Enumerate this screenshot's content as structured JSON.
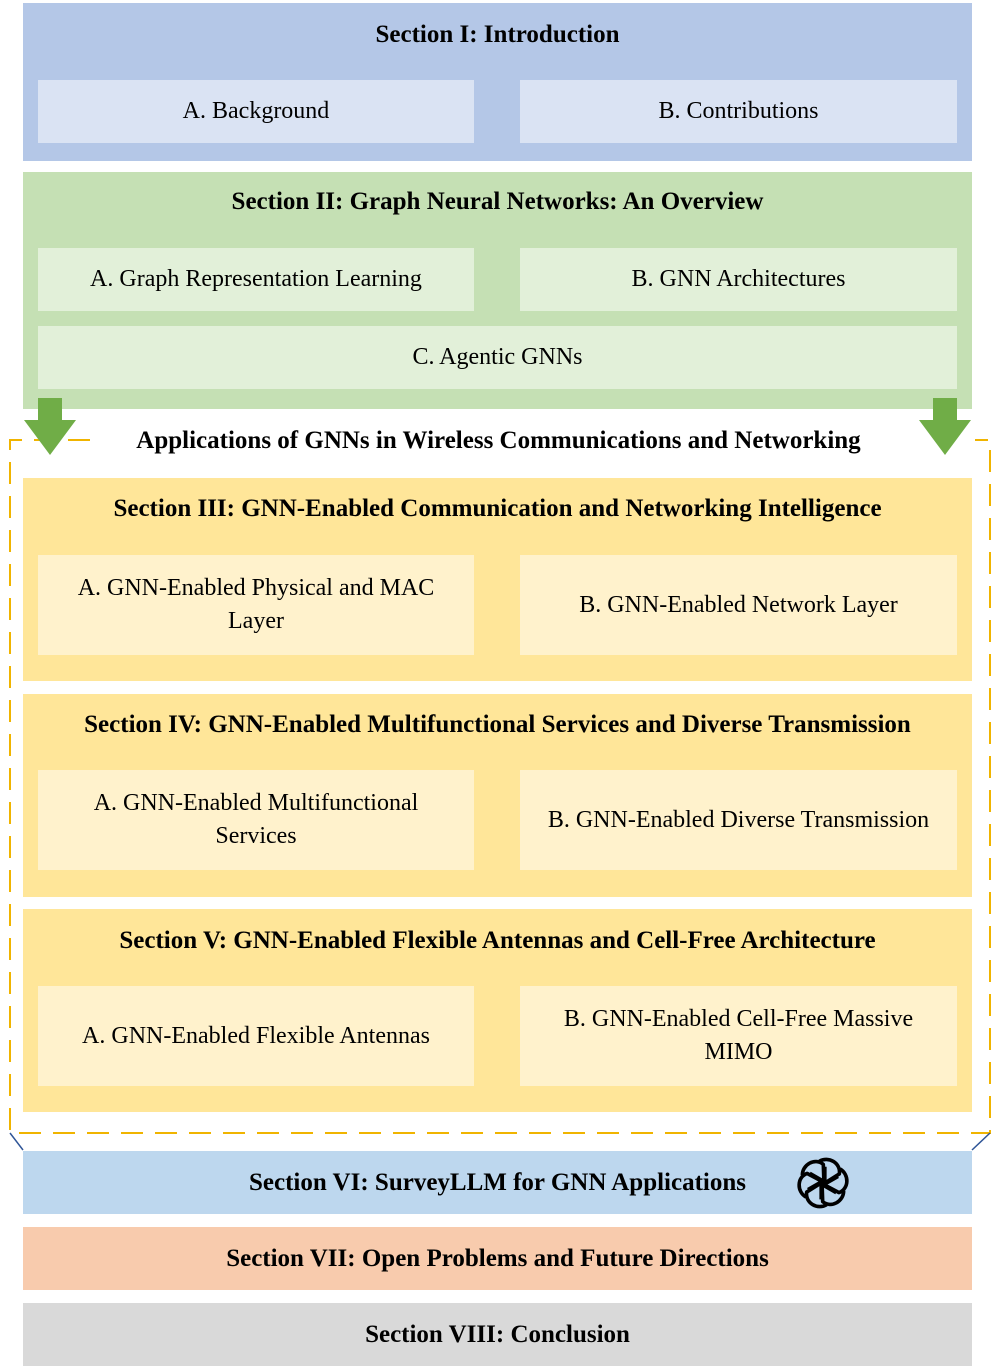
{
  "section1": {
    "title": "Section I: Introduction",
    "items": [
      "A. Background",
      "B. Contributions"
    ]
  },
  "section2": {
    "title": "Section II: Graph Neural Networks: An Overview",
    "items": [
      "A. Graph Representation Learning",
      "B. GNN Architectures",
      "C. Agentic GNNs"
    ]
  },
  "applications": {
    "title": "Applications of GNNs in Wireless Communications and Networking"
  },
  "section3": {
    "title": "Section III: GNN-Enabled Communication and Networking Intelligence",
    "items": [
      "A. GNN-Enabled Physical and MAC Layer",
      "B. GNN-Enabled Network Layer"
    ]
  },
  "section4": {
    "title": "Section IV: GNN-Enabled Multifunctional Services and Diverse Transmission",
    "items": [
      "A. GNN-Enabled Multifunctional Services",
      "B. GNN-Enabled Diverse Transmission"
    ]
  },
  "section5": {
    "title": "Section V: GNN-Enabled Flexible Antennas and Cell-Free Architecture",
    "items": [
      "A. GNN-Enabled Flexible Antennas",
      "B. GNN-Enabled Cell-Free Massive MIMO"
    ]
  },
  "section6": {
    "title": "Section VI: SurveyLLM for GNN Applications",
    "icon": "openai-logo-icon"
  },
  "section7": {
    "title": "Section VII: Open Problems and Future Directions"
  },
  "section8": {
    "title": "Section VIII: Conclusion"
  },
  "colors": {
    "intro": "#b4c7e7",
    "intro_item": "#dae3f3",
    "overview": "#c5e0b4",
    "overview_item": "#e2f0d9",
    "applications": "#ffe699",
    "applications_item": "#fff2cc",
    "arrow": "#70ad47",
    "dashed_border": "#f0b400",
    "surveyllm": "#bdd7ee",
    "open_problems": "#f8cbad",
    "conclusion": "#d9d9d9"
  }
}
